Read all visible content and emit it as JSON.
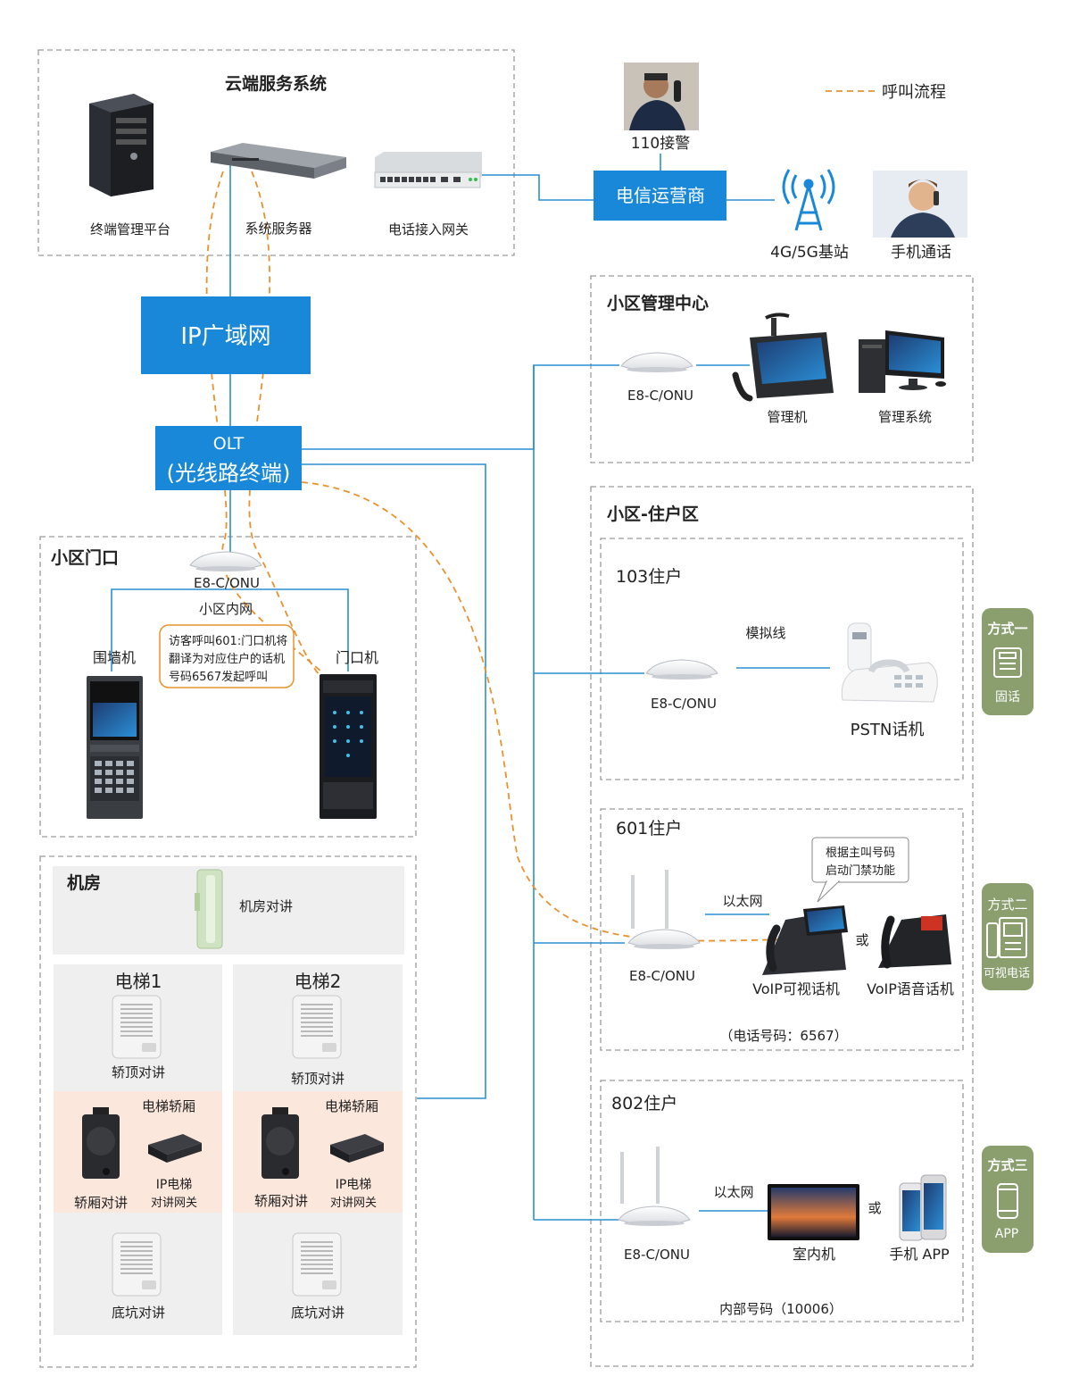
{
  "legend": {
    "call_flow": "呼叫流程"
  },
  "colors": {
    "blue_box": "#1a88d8",
    "link_line": "#2a8fd6",
    "call_flow": "#e8922e",
    "tag_green": "#8a9e6e",
    "note_border": "#e8922e",
    "pink_area": "#fbe7dc",
    "gray_area": "#efefef"
  },
  "cloud": {
    "title": "云端服务系统",
    "terminal_mgmt": "终端管理平台",
    "system_server": "系统服务器",
    "phone_gateway": "电话接入网关"
  },
  "top": {
    "police": "110接警",
    "telecom": "电信运营商",
    "base_station": "4G/5G基站",
    "mobile_call": "手机通话"
  },
  "network": {
    "wan": "IP广域网",
    "olt_line1": "OLT",
    "olt_line2": "(光线路终端)"
  },
  "gate": {
    "title": "小区门口",
    "onu": "E8-C/ONU",
    "lan": "小区内网",
    "fence_unit": "围墙机",
    "door_unit": "门口机",
    "note_lines": [
      "访客呼叫601:门口机将",
      "翻译为对应住户的话机",
      "号码6567发起呼叫"
    ]
  },
  "machine_room": {
    "title": "机房",
    "intercom": "机房对讲",
    "elevators": [
      {
        "name": "电梯1",
        "top": "轿顶对讲",
        "cabin": "电梯轿厢",
        "cabin_intercom": "轿厢对讲",
        "gateway_line1": "IP电梯",
        "gateway_line2": "对讲网关",
        "pit": "底坑对讲"
      },
      {
        "name": "电梯2",
        "top": "轿顶对讲",
        "cabin": "电梯轿厢",
        "cabin_intercom": "轿厢对讲",
        "gateway_line1": "IP电梯",
        "gateway_line2": "对讲网关",
        "pit": "底坑对讲"
      }
    ]
  },
  "mgmt_center": {
    "title": "小区管理中心",
    "onu": "E8-C/ONU",
    "mgmt_phone": "管理机",
    "mgmt_system": "管理系统"
  },
  "residential": {
    "title": "小区-住户区",
    "r103": {
      "title": "103住户",
      "analog": "模拟线",
      "onu": "E8-C/ONU",
      "phone": "PSTN话机"
    },
    "r601": {
      "title": "601住户",
      "ethernet": "以太网",
      "onu": "E8-C/ONU",
      "video_phone": "VoIP可视话机",
      "or": "或",
      "voice_phone": "VoIP语音话机",
      "number": "（电话号码：6567）",
      "note_line1": "根据主叫号码",
      "note_line2": "启动门禁功能"
    },
    "r802": {
      "title": "802住户",
      "ethernet": "以太网",
      "onu": "E8-C/ONU",
      "indoor": "室内机",
      "or": "或",
      "app": "手机 APP",
      "number": "内部号码（10006）"
    }
  },
  "methods": [
    {
      "title": "方式一",
      "label": "固话"
    },
    {
      "title": "方式二",
      "label": "可视电话"
    },
    {
      "title": "方式三",
      "label": "APP"
    }
  ]
}
